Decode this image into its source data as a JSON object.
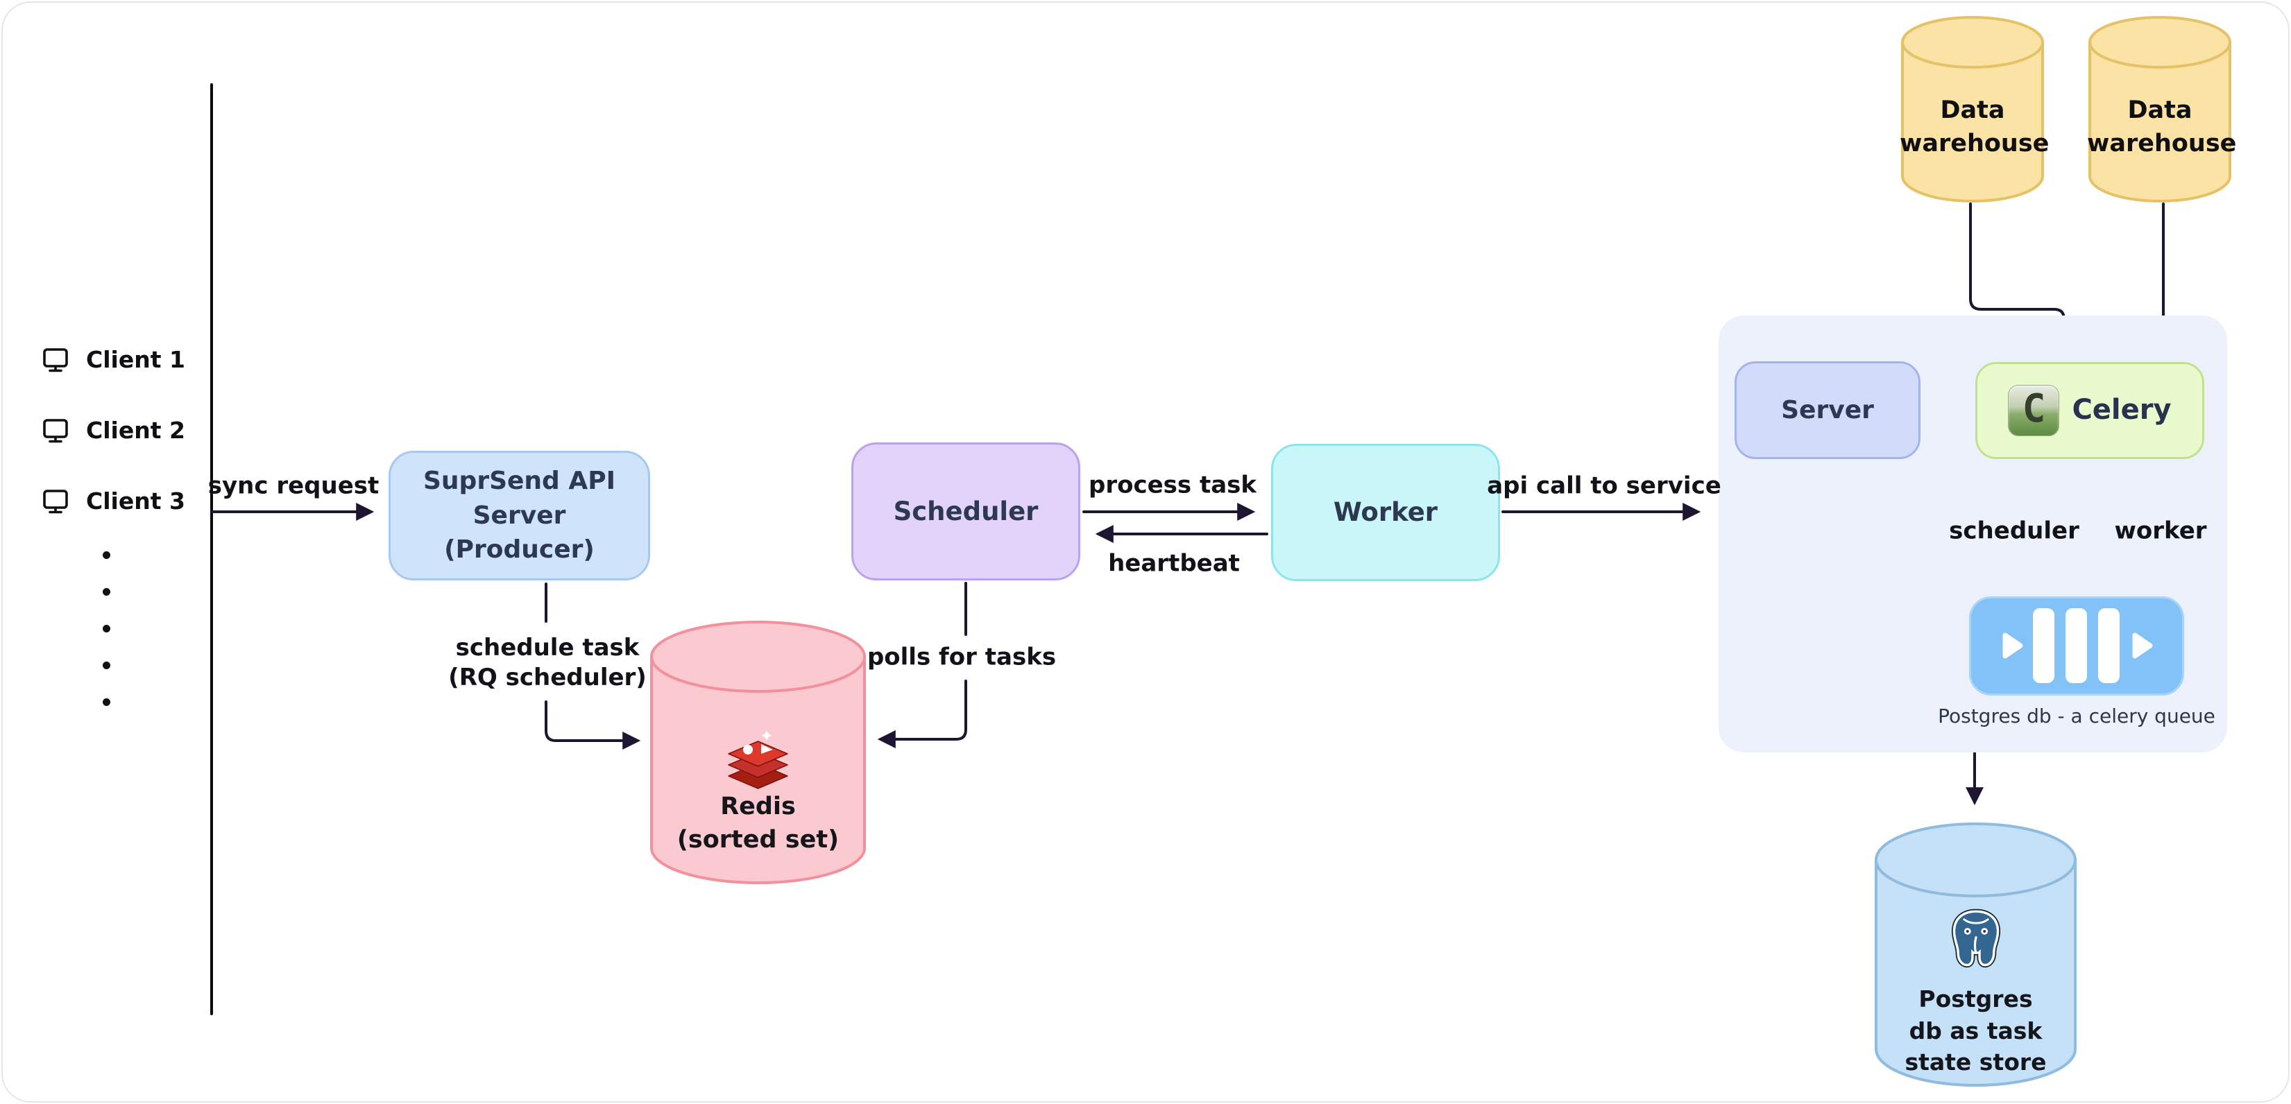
{
  "diagram": {
    "clients": {
      "c1": "Client 1",
      "c2": "Client 2",
      "c3": "Client 3"
    },
    "edges": {
      "sync": "sync request",
      "schedule1": "schedule task",
      "schedule2": "(RQ scheduler)",
      "polls": "polls for tasks",
      "process": "process task",
      "heartbeat": "heartbeat",
      "api": "api call to service",
      "sched": "scheduler",
      "work": "worker"
    },
    "nodes": {
      "suprsend1": "SuprSend API Server",
      "suprsend2": "(Producer)",
      "scheduler": "Scheduler",
      "worker": "Worker",
      "redis1": "Redis",
      "redis2": "(sorted set)",
      "server": "Server",
      "celery": "Celery",
      "celery_letter": "C",
      "queue_caption": "Postgres db - a celery queue",
      "pg1": "Postgres",
      "pg2": "db as task",
      "pg3": "state store",
      "dw_left1": "Data",
      "dw_left2": "warehouse",
      "dw_right1": "Data",
      "dw_right2": "warehouse"
    },
    "palette": {
      "arrow": "#1e1630",
      "suprsend_fill": "#cfe3fa",
      "suprsend_border": "#a7c9f0",
      "scheduler_fill": "#e2d3fb",
      "scheduler_border": "#b9a2ee",
      "worker_fill": "#c9f6f8",
      "worker_border": "#8fe4e9",
      "redis_fill": "#fbc9d0",
      "redis_border": "#f2909b",
      "server_fill": "#d3dbfa",
      "server_border": "#a3b3f0",
      "celery_fill": "#e9fbcd",
      "celery_border": "#c3df92",
      "panel_fill": "#edf1fb",
      "queue_fill": "#82c2f6",
      "postgres_fill": "#c5e1f8",
      "postgres_border": "#8fbbdf",
      "warehouse_fill": "#fae3a4",
      "warehouse_border": "#e6c267"
    }
  }
}
